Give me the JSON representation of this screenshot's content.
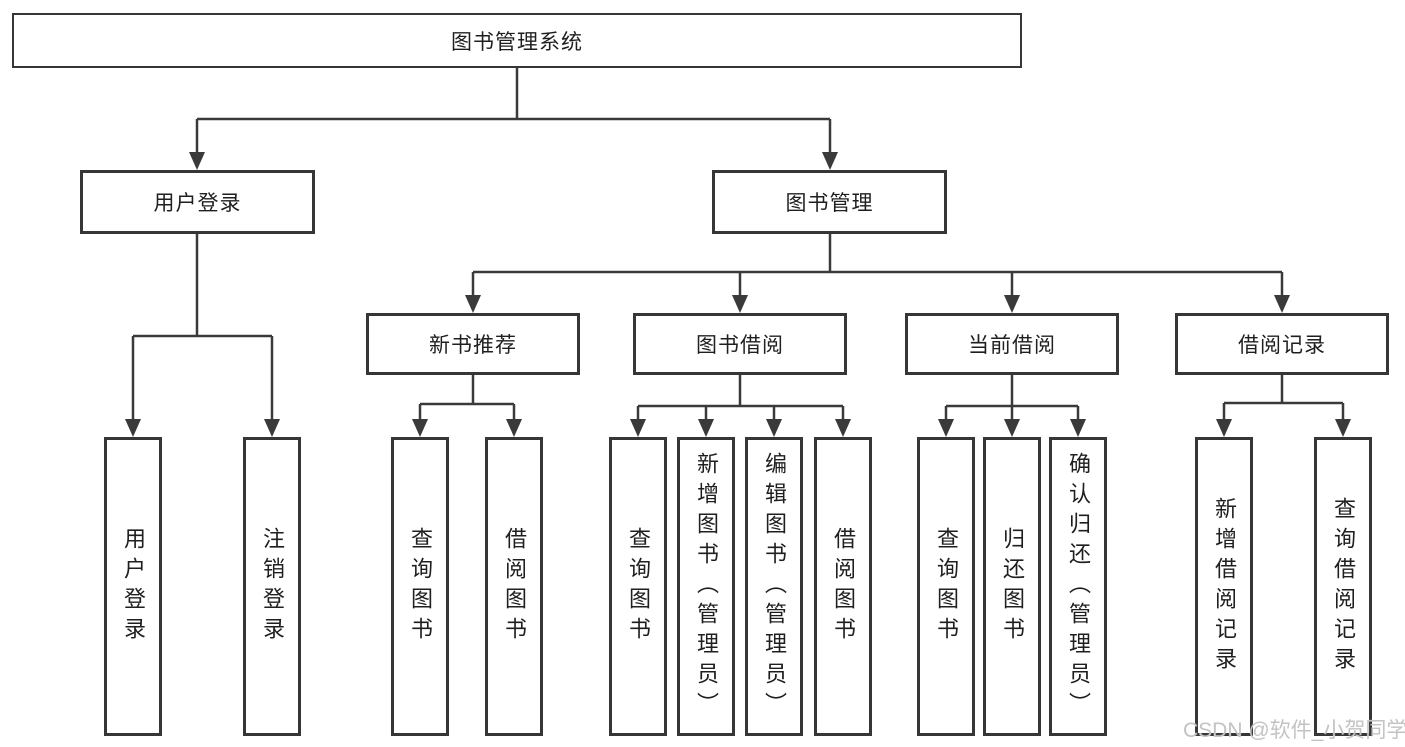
{
  "diagram": {
    "root": {
      "label": "图书管理系统"
    },
    "branches": [
      {
        "label": "用户登录",
        "children": [
          {
            "label": "用户登录"
          },
          {
            "label": "注销登录"
          }
        ]
      },
      {
        "label": "图书管理",
        "modules": [
          {
            "label": "新书推荐",
            "children": [
              {
                "label": "查询图书"
              },
              {
                "label": "借阅图书"
              }
            ]
          },
          {
            "label": "图书借阅",
            "children": [
              {
                "label": "查询图书"
              },
              {
                "label": "新增图书（管理员）"
              },
              {
                "label": "编辑图书（管理员）"
              },
              {
                "label": "借阅图书"
              }
            ]
          },
          {
            "label": "当前借阅",
            "children": [
              {
                "label": "查询图书"
              },
              {
                "label": "归还图书"
              },
              {
                "label": "确认归还（管理员）"
              }
            ]
          },
          {
            "label": "借阅记录",
            "children": [
              {
                "label": "新增借阅记录"
              },
              {
                "label": "查询借阅记录"
              }
            ]
          }
        ]
      }
    ]
  },
  "watermark": {
    "text": "CSDN @软件_小贺同学"
  },
  "colors": {
    "line": "#3a3a3a",
    "box_border": "#363636",
    "text": "#1f1f1f",
    "watermark_text": "#c3c3c3",
    "background": "#ffffff"
  }
}
